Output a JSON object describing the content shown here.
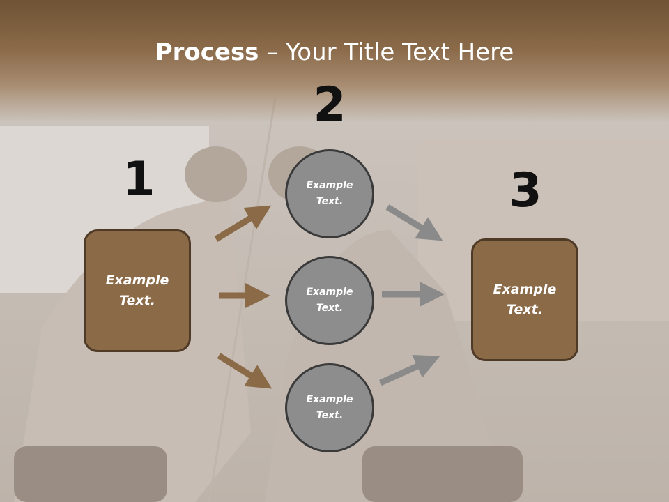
{
  "title": {
    "bold": "Process",
    "rest": " – Your Title Text Here"
  },
  "steps": {
    "one": "1",
    "two": "2",
    "three": "3"
  },
  "nodes": {
    "left_box": "Example Text.",
    "circle_top": "Example Text.",
    "circle_middle": "Example Text.",
    "circle_bottom": "Example Text.",
    "right_box": "Example Text."
  },
  "colors": {
    "brown_box": "#8b6a48",
    "brown_arrow": "#8b6a48",
    "gray_circle": "#8d8d8d",
    "gray_arrow": "#8a8a8a",
    "title_band": "#6e5334"
  }
}
